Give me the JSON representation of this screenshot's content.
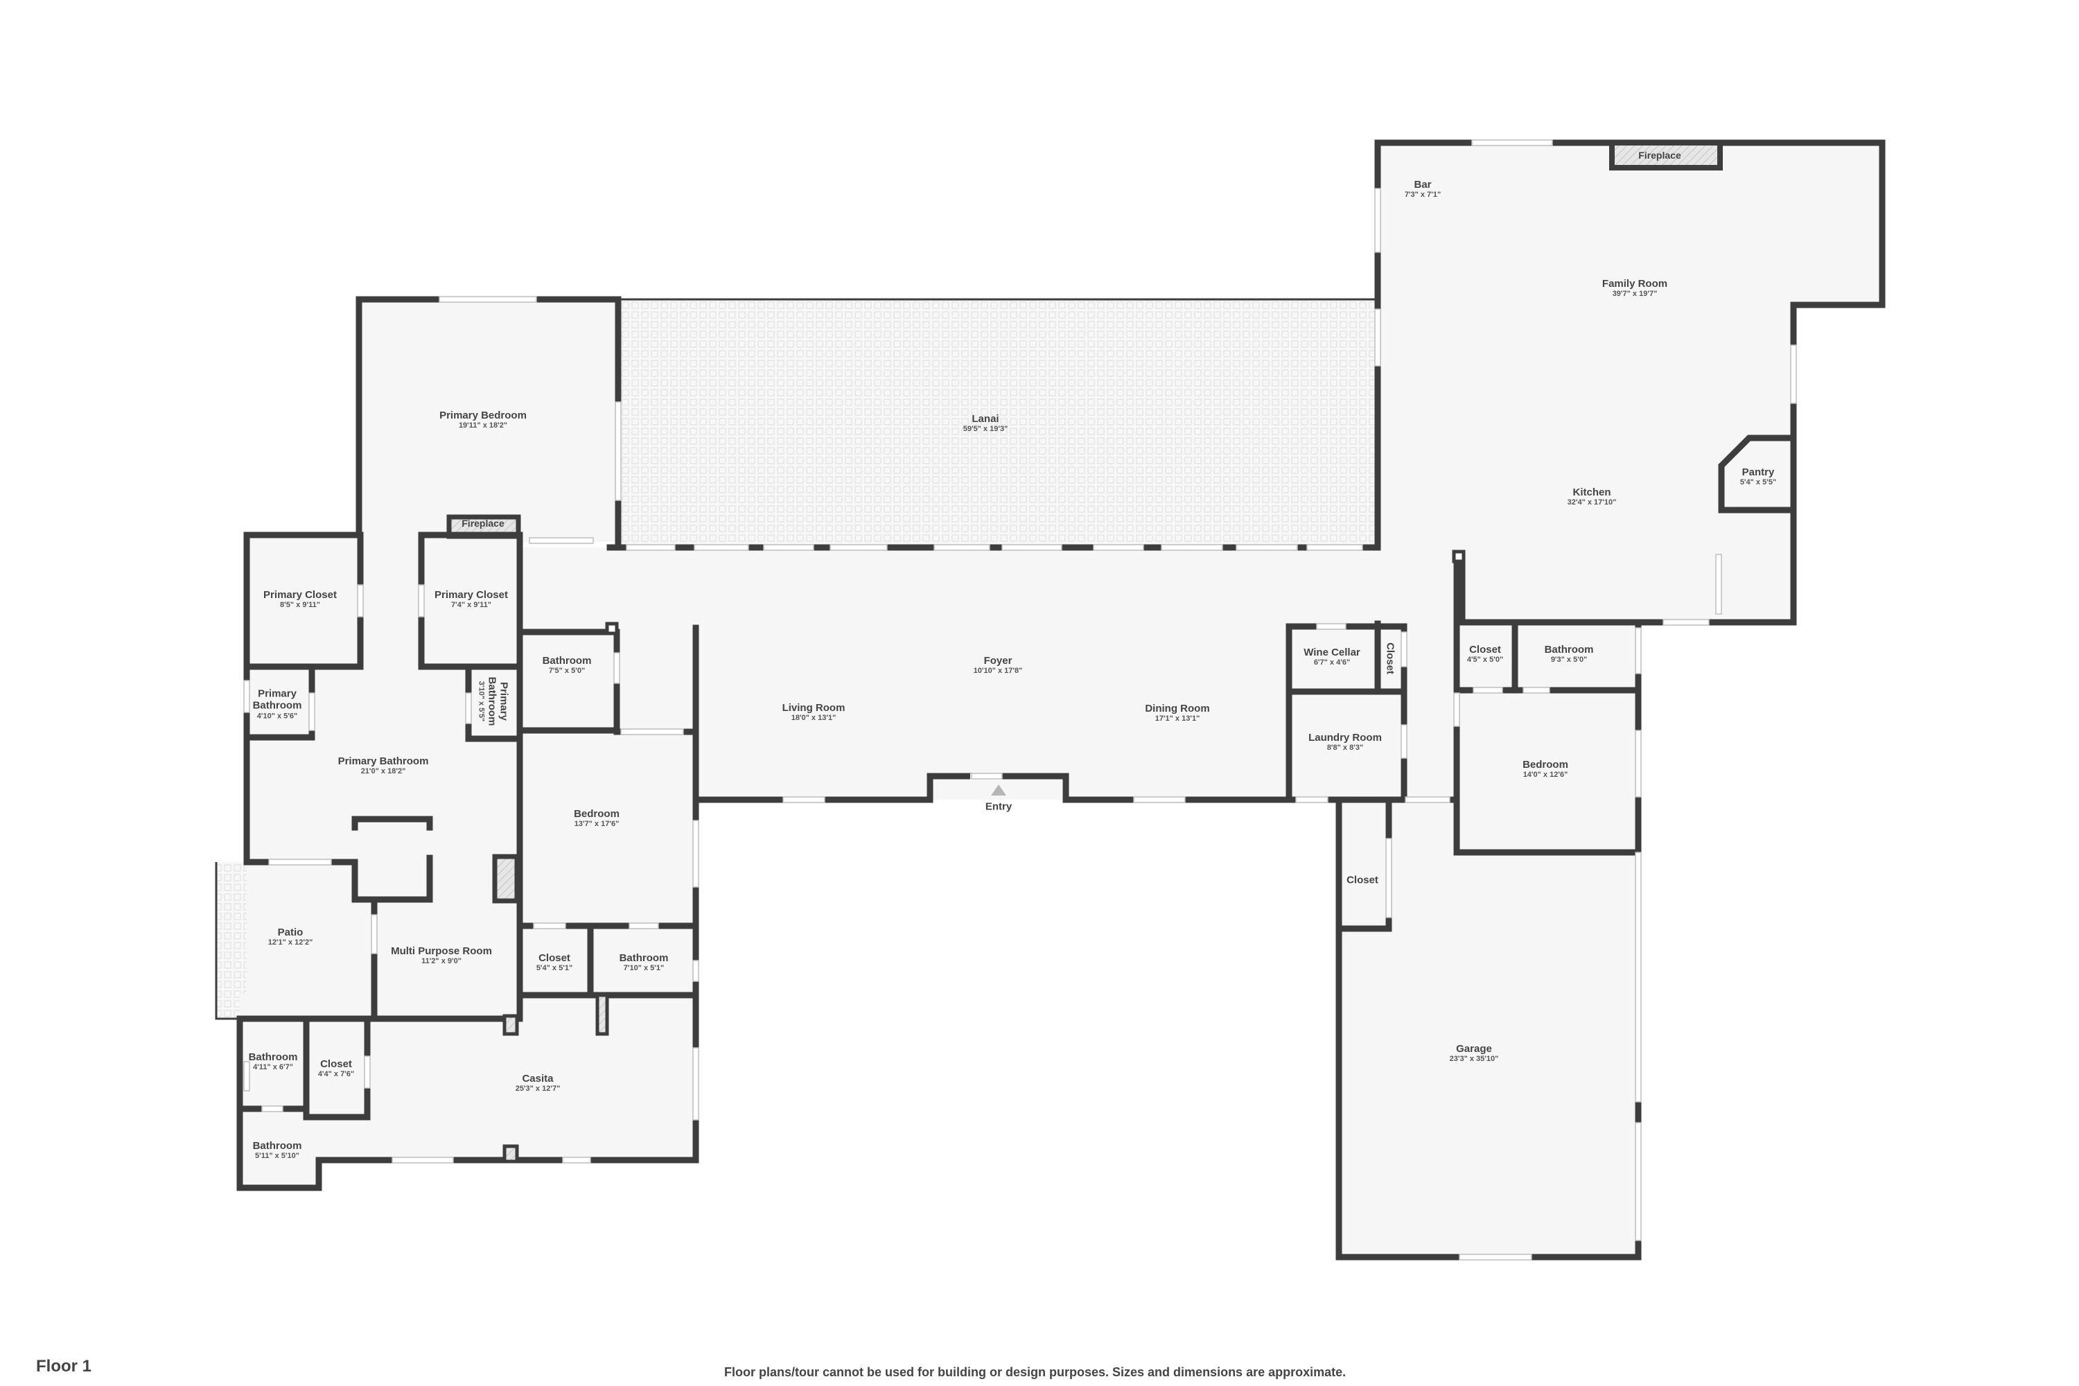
{
  "floor": {
    "title": "Floor 1"
  },
  "disclaimer": "Floor plans/tour cannot be used for building or design purposes. Sizes and dimensions are approximate.",
  "entry": {
    "label": "Entry"
  },
  "colors": {
    "wall": "#3d3d3d",
    "floor": "#f6f6f6",
    "outdoor_tile": "#e9e9e9",
    "text": "#444444",
    "background": "#ffffff"
  },
  "features": [
    {
      "name": "Fireplace",
      "location": "Family Room"
    },
    {
      "name": "Fireplace",
      "location": "Primary Bedroom"
    }
  ],
  "rooms": {
    "bar": {
      "name": "Bar",
      "dim": "7'3\" x 7'1\""
    },
    "family_room": {
      "name": "Family Room",
      "dim": "39'7\" x 19'7\""
    },
    "kitchen": {
      "name": "Kitchen",
      "dim": "32'4\" x 17'10\""
    },
    "pantry": {
      "name": "Pantry",
      "dim": "5'4\" x 5'5\""
    },
    "lanai": {
      "name": "Lanai",
      "dim": "59'5\" x 19'3\""
    },
    "primary_bedroom": {
      "name": "Primary Bedroom",
      "dim": "19'11\" x 18'2\""
    },
    "primary_closet_1": {
      "name": "Primary Closet",
      "dim": "8'5\" x 9'11\""
    },
    "primary_closet_2": {
      "name": "Primary Closet",
      "dim": "7'4\" x 9'11\""
    },
    "primary_bathroom_small": {
      "name": "Primary Bathroom",
      "dim": "4'10\" x 5'6\""
    },
    "primary_bathroom_vert": {
      "name": "Primary Bathroom",
      "dim": "3'10\" x 5'5\""
    },
    "primary_bathroom": {
      "name": "Primary Bathroom",
      "dim": "21'0\" x 18'2\""
    },
    "bathroom_1": {
      "name": "Bathroom",
      "dim": "7'5\" x 5'0\""
    },
    "bedroom_1": {
      "name": "Bedroom",
      "dim": "13'7\" x 17'6\""
    },
    "patio": {
      "name": "Patio",
      "dim": "12'1\" x 12'2\""
    },
    "multi_purpose": {
      "name": "Multi Purpose Room",
      "dim": "11'2\" x 9'0\""
    },
    "closet_1": {
      "name": "Closet",
      "dim": "5'4\" x 5'1\""
    },
    "bathroom_2": {
      "name": "Bathroom",
      "dim": "7'10\" x 5'1\""
    },
    "bathroom_3": {
      "name": "Bathroom",
      "dim": "4'11\" x 6'7\""
    },
    "closet_2": {
      "name": "Closet",
      "dim": "4'4\" x 7'6\""
    },
    "casita": {
      "name": "Casita",
      "dim": "25'3\" x 12'7\""
    },
    "bathroom_4": {
      "name": "Bathroom",
      "dim": "5'11\" x 5'10\""
    },
    "foyer": {
      "name": "Foyer",
      "dim": "10'10\" x 17'8\""
    },
    "living_room": {
      "name": "Living Room",
      "dim": "18'0\" x 13'1\""
    },
    "dining_room": {
      "name": "Dining Room",
      "dim": "17'1\" x 13'1\""
    },
    "wine_cellar": {
      "name": "Wine Cellar",
      "dim": "6'7\" x 4'6\""
    },
    "closet_wine": {
      "name": "Closet"
    },
    "laundry_room": {
      "name": "Laundry Room",
      "dim": "8'8\" x 8'3\""
    },
    "closet_3": {
      "name": "Closet",
      "dim": "4'5\" x 5'0\""
    },
    "bathroom_5": {
      "name": "Bathroom",
      "dim": "9'3\" x 5'0\""
    },
    "bedroom_2": {
      "name": "Bedroom",
      "dim": "14'0\" x 12'6\""
    },
    "closet_garage": {
      "name": "Closet"
    },
    "garage": {
      "name": "Garage",
      "dim": "23'3\" x 35'10\""
    }
  }
}
